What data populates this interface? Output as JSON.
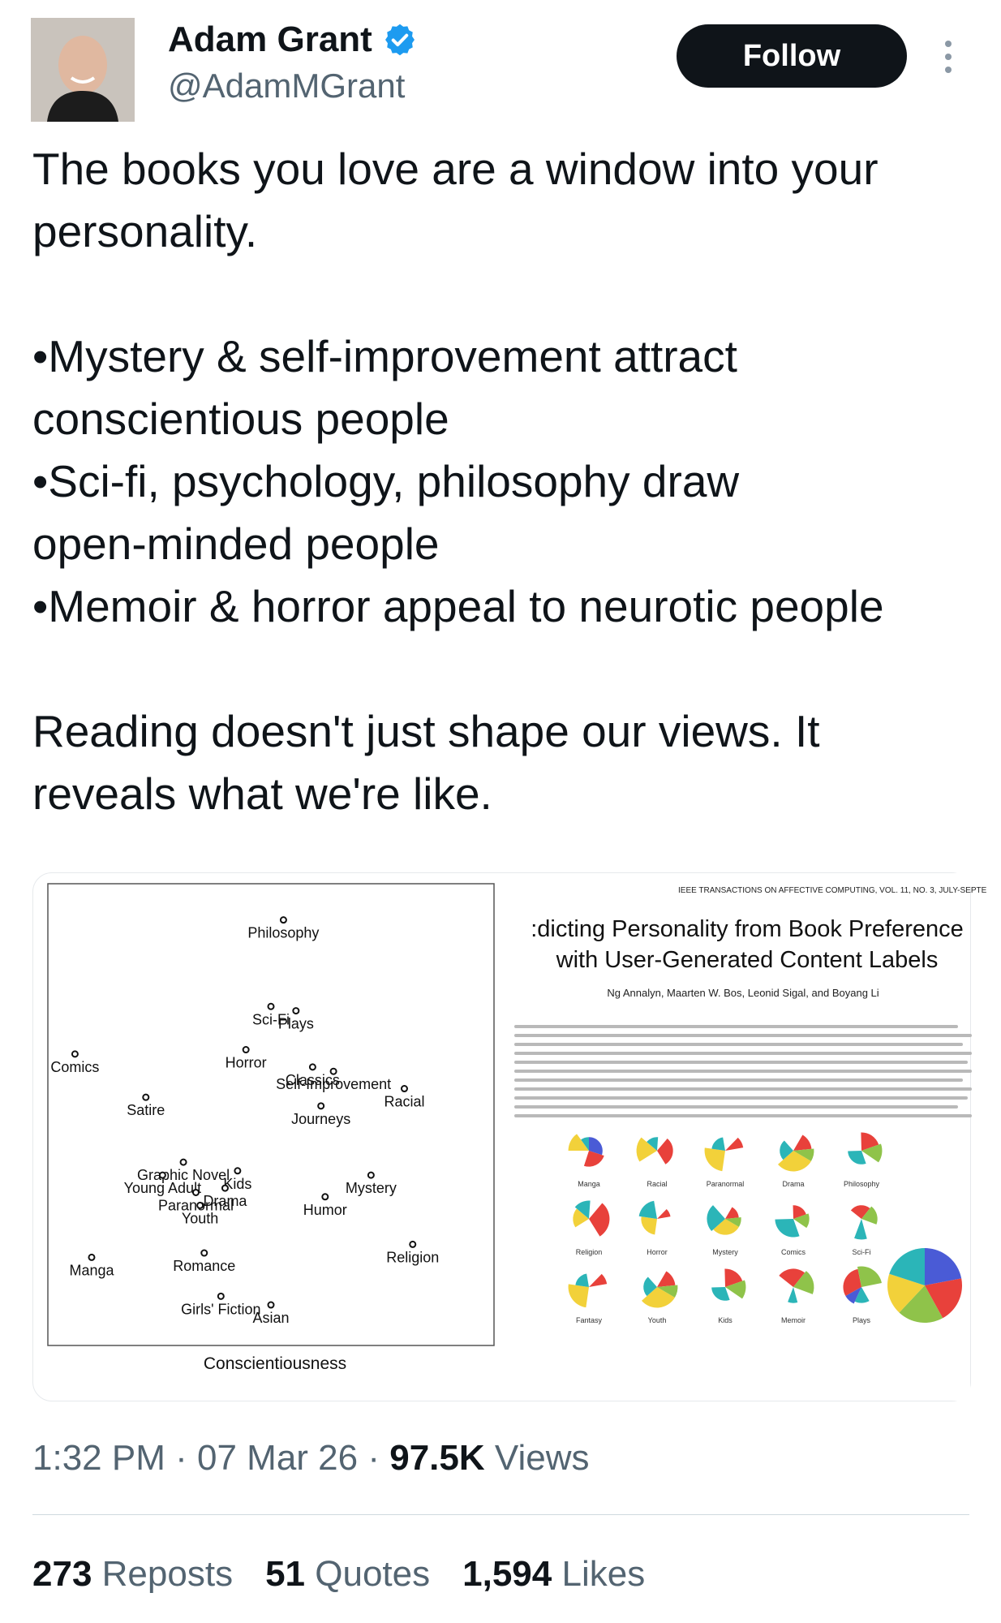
{
  "author": {
    "name": "Adam Grant",
    "handle": "@AdamMGrant",
    "verified": true,
    "verified_color": "#1d9bf0"
  },
  "follow_label": "Follow",
  "more_icon": "more-vertical-icon",
  "tweet_lines": [
    "The books you love are a window into your",
    "personality.",
    "",
    "•Mystery & self-improvement attract",
    "conscientious people",
    "•Sci-fi, psychology, philosophy draw",
    "open-minded people",
    "•Memoir & horror appeal to neurotic people",
    "",
    "Reading doesn't just shape our views. It",
    "reveals what we're like."
  ],
  "chart_data": {
    "type": "scatter",
    "xlabel": "Conscientiousness",
    "points": [
      {
        "label": "Philosophy",
        "x": 5.3,
        "y": 9.5
      },
      {
        "label": "Sci-Fi",
        "x": 5.0,
        "y": 7.5
      },
      {
        "label": "Plays",
        "x": 5.6,
        "y": 7.4
      },
      {
        "label": "Comics",
        "x": 0.3,
        "y": 6.4
      },
      {
        "label": "Horror",
        "x": 4.4,
        "y": 6.5
      },
      {
        "label": "Classics",
        "x": 6.0,
        "y": 6.1
      },
      {
        "label": "Self-Improvement",
        "x": 6.5,
        "y": 6.0
      },
      {
        "label": "Racial",
        "x": 8.2,
        "y": 5.6
      },
      {
        "label": "Satire",
        "x": 2.0,
        "y": 5.4
      },
      {
        "label": "Journeys",
        "x": 6.2,
        "y": 5.2
      },
      {
        "label": "Graphic Novel",
        "x": 2.9,
        "y": 3.9
      },
      {
        "label": "Kids",
        "x": 4.2,
        "y": 3.7
      },
      {
        "label": "Young Adult",
        "x": 2.4,
        "y": 3.6
      },
      {
        "label": "Paranormal",
        "x": 3.2,
        "y": 3.2
      },
      {
        "label": "Drama",
        "x": 3.9,
        "y": 3.3
      },
      {
        "label": "Youth",
        "x": 3.3,
        "y": 2.9
      },
      {
        "label": "Mystery",
        "x": 7.4,
        "y": 3.6
      },
      {
        "label": "Humor",
        "x": 6.3,
        "y": 3.1
      },
      {
        "label": "Manga",
        "x": 0.7,
        "y": 1.7
      },
      {
        "label": "Romance",
        "x": 3.4,
        "y": 1.8
      },
      {
        "label": "Religion",
        "x": 8.4,
        "y": 2.0
      },
      {
        "label": "Girls' Fiction",
        "x": 3.8,
        "y": 0.8
      },
      {
        "label": "Asian",
        "x": 5.0,
        "y": 0.6
      }
    ]
  },
  "paper": {
    "header": "IEEE TRANSACTIONS ON AFFECTIVE COMPUTING, VOL. 11, NO. 3, JULY-SEPTE",
    "title_lines": [
      ":dicting Personality from Book Preference",
      "with User-Generated Content Labels"
    ],
    "authors": "Ng Annalyn, Maarten W. Bos, Leonid Sigal, and Boyang Li",
    "pie_labels": [
      [
        "Manga",
        "Racial",
        "Paranormal",
        "Drama",
        "Philosophy"
      ],
      [
        "Religion",
        "Horror",
        "Mystery",
        "Comics",
        "Sci-Fi"
      ],
      [
        "Fantasy",
        "Youth",
        "Kids",
        "Memoir",
        "Plays"
      ]
    ],
    "pie_colors": [
      "#4a5bd6",
      "#e8413b",
      "#8fc34a",
      "#f2d13a",
      "#2bb5b8"
    ]
  },
  "meta": {
    "time": "1:32 PM",
    "date": "07 Mar 26",
    "views_count": "97.5K",
    "views_label": "Views"
  },
  "stats": {
    "reposts_count": "273",
    "reposts_label": "Reposts",
    "quotes_count": "51",
    "quotes_label": "Quotes",
    "likes_count": "1,594",
    "likes_label": "Likes"
  }
}
